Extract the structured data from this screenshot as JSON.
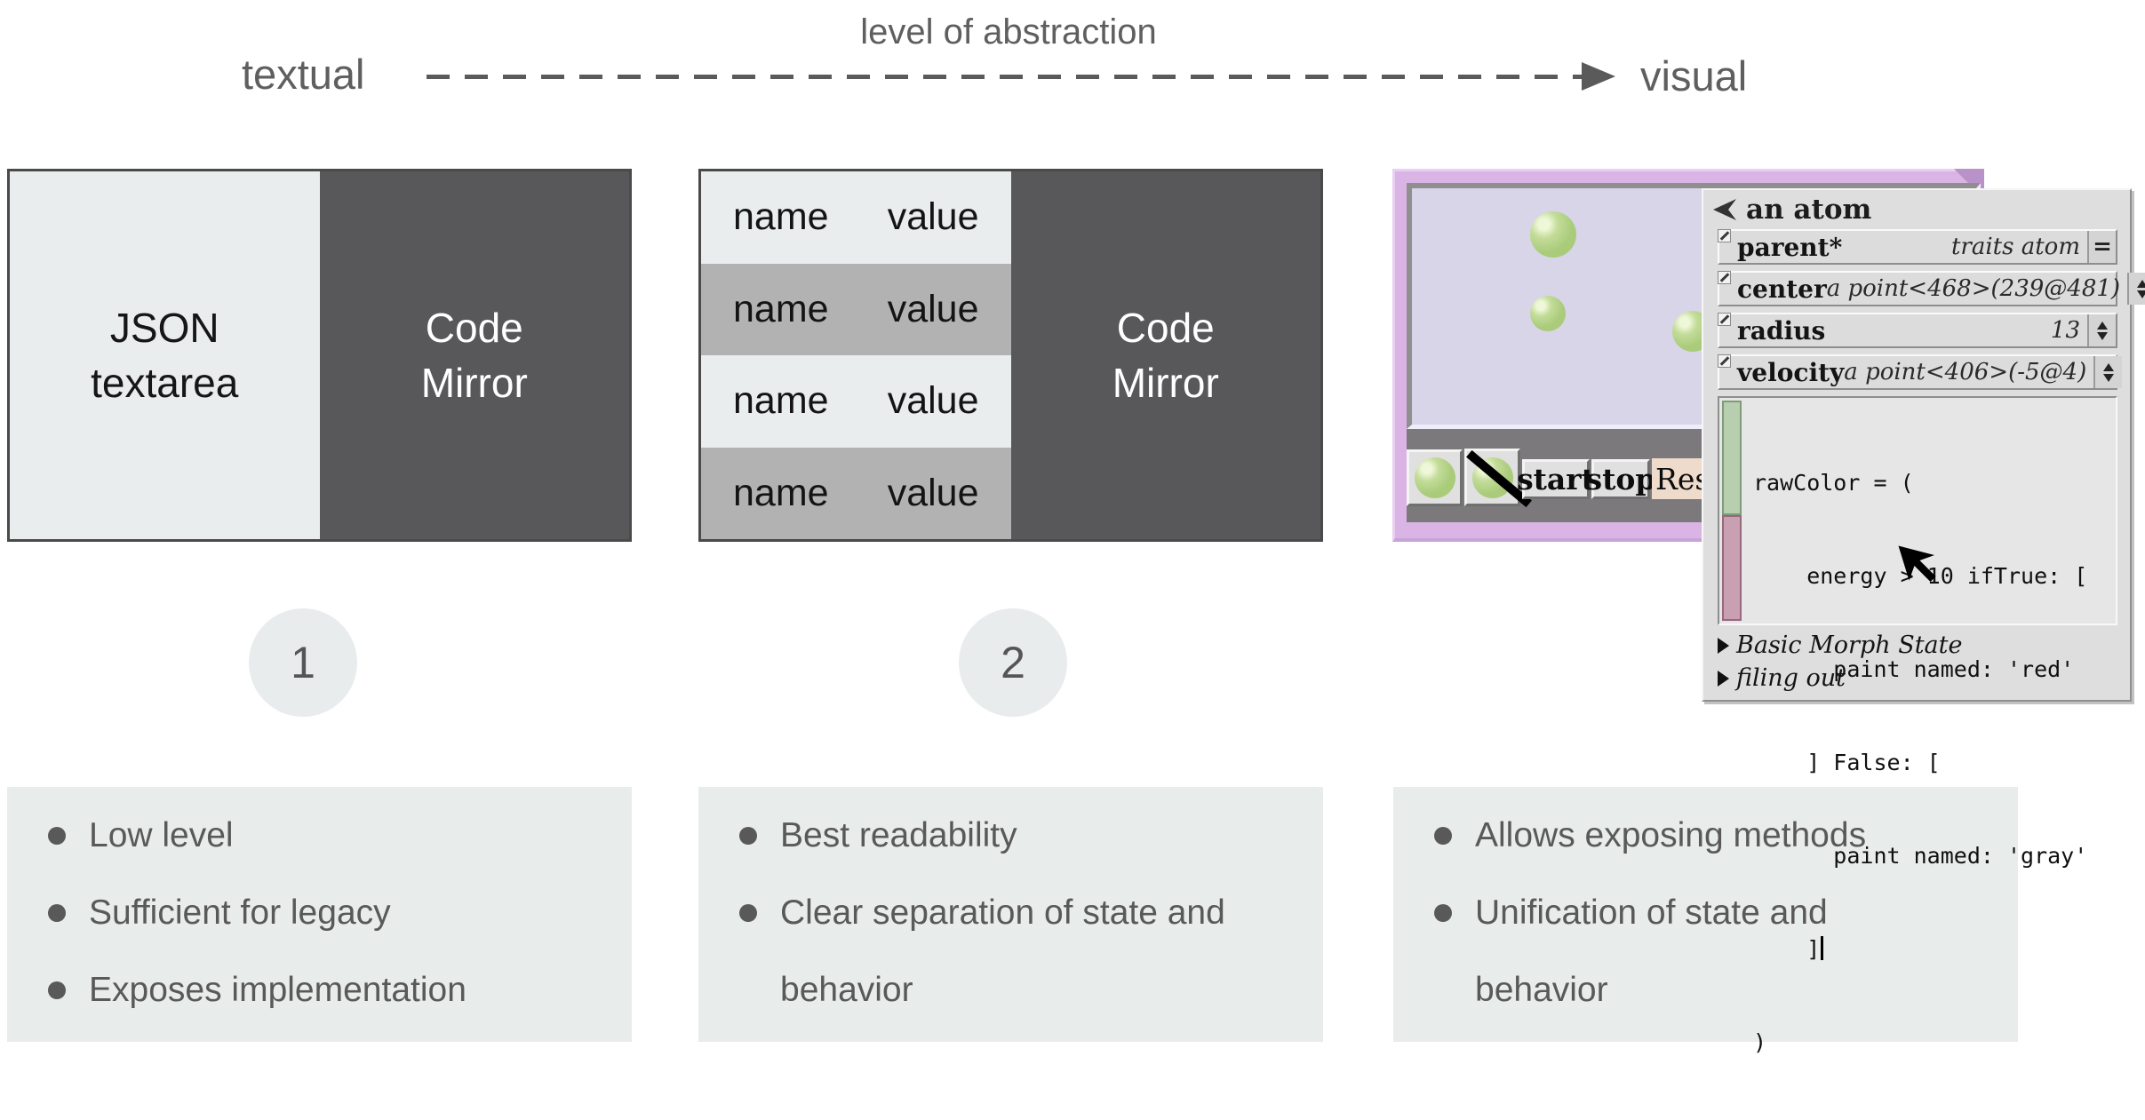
{
  "header": {
    "left_label": "textual",
    "right_label": "visual",
    "axis_label": "level of abstraction"
  },
  "columns": [
    {
      "number": "1",
      "box": {
        "left_label": "JSON textarea",
        "right_label": "Code Mirror"
      },
      "bullets": [
        "Low level",
        "Sufficient for legacy",
        "Exposes implementation"
      ]
    },
    {
      "number": "2",
      "table_rows": [
        {
          "name": "name",
          "value": "value"
        },
        {
          "name": "name",
          "value": "value"
        },
        {
          "name": "name",
          "value": "value"
        },
        {
          "name": "name",
          "value": "value"
        }
      ],
      "box": {
        "right_label": "Code Mirror"
      },
      "bullets": [
        "Best readability",
        "Clear separation of state and behavior"
      ]
    },
    {
      "bullets": [
        "Allows exposing methods",
        "Unification of state and behavior"
      ]
    }
  ],
  "squeak": {
    "toolbar": {
      "start_label": "start",
      "stop_label": "stop",
      "resize_label": "Resi"
    },
    "inspector": {
      "title": "an atom",
      "rows": [
        {
          "label": "parent*",
          "value": "traits atom",
          "button": "="
        },
        {
          "label": "center",
          "value": "a point<468>(239@481)",
          "button": "up-down"
        },
        {
          "label": "radius",
          "value": "13",
          "button": "up-down"
        },
        {
          "label": "velocity",
          "value": "a point<406>(-5@4)",
          "button": "up-down"
        }
      ],
      "code_lines": [
        "rawColor = (",
        "    energy > 10 ifTrue: [",
        "      paint named: 'red'",
        "    ] False: [",
        "      paint named: 'gray'",
        "    ]",
        ")"
      ],
      "sections": [
        "Basic Morph State",
        "filing out"
      ]
    }
  },
  "colors": {
    "accent_purple": "#d9b4e4",
    "canvas_lavender": "#d8d5e9",
    "ball_green": "#a9cb7a",
    "dark_panel": "#58585a",
    "light_panel": "#e9edee",
    "mid_row": "#b2b2b2",
    "bullet_box": "#e8eceb",
    "text_gray": "#595959",
    "scrollbar_green": "#b7cfae",
    "scrollbar_pink": "#c8a0b2"
  }
}
